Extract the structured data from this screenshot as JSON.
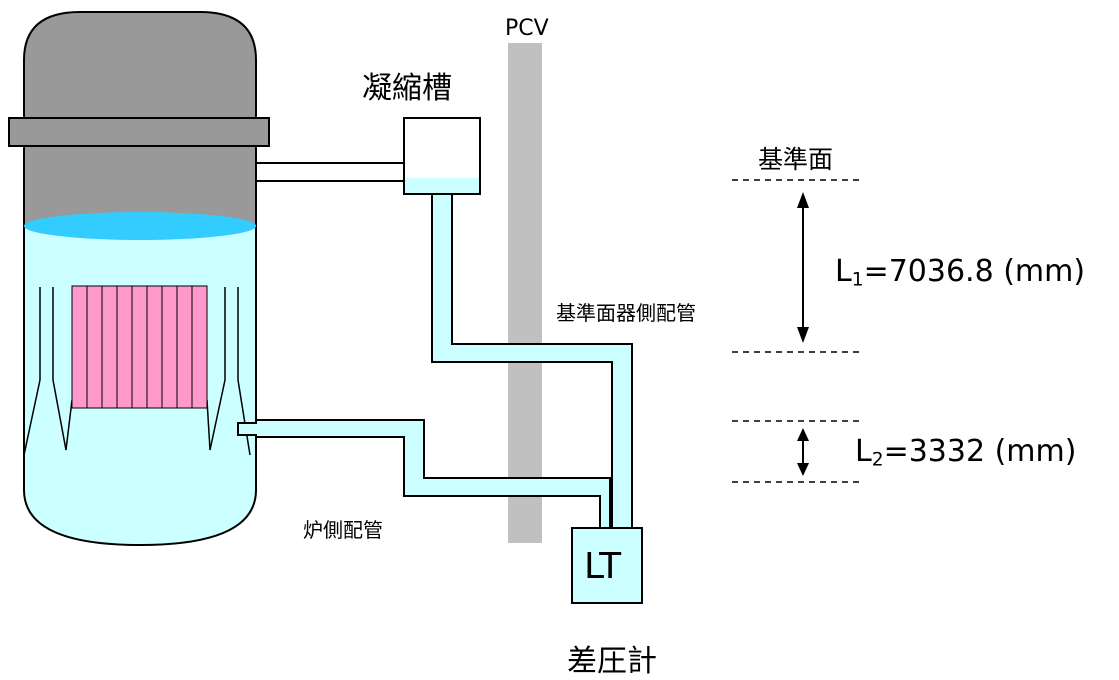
{
  "labels": {
    "pcv": "PCV",
    "condensation_tank": "凝縮槽",
    "reference_plane": "基準面",
    "reference_side_piping": "基準面器側配管",
    "reactor_side_piping": "炉側配管",
    "lt": "LT",
    "dp_gauge": "差圧計",
    "l1_letter": "L",
    "l1_sub": "1",
    "l1_rest": "=7036.8 (mm)",
    "l2_letter": "L",
    "l2_sub": "2",
    "l2_rest": "=3332 (mm)"
  },
  "colors": {
    "vessel_gray": "#999999",
    "water": "#ccffff",
    "water_surface": "#33ccff",
    "fuel_pink": "#ff99cc",
    "pcv_wall": "#c0c0c0",
    "outline": "#000000"
  }
}
